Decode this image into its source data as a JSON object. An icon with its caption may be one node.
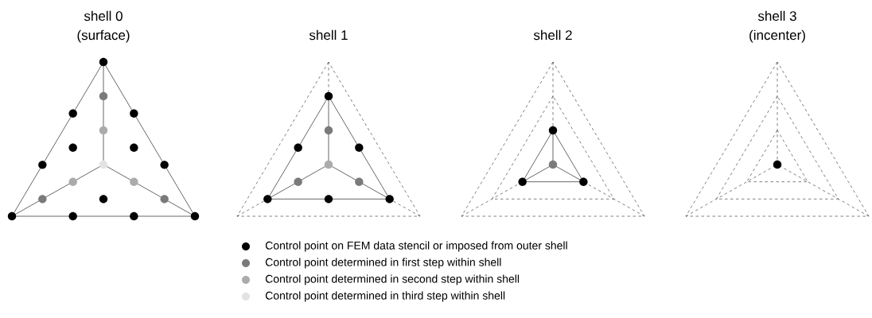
{
  "diagram": {
    "labels": [
      "shell 0",
      "(surface)",
      "shell 1",
      "shell 2",
      "shell 3",
      "(incenter)"
    ],
    "legend": [
      {
        "text": "Control point on FEM data stencil or imposed from outer shell",
        "color": "#000000"
      },
      {
        "text": "Control point determined in first step within shell",
        "color": "#7a7a7a"
      },
      {
        "text": "Control point determined in second step within shell",
        "color": "#ababab"
      },
      {
        "text": "Control point determined in third step within shell",
        "color": "#e3e3e3"
      }
    ]
  }
}
